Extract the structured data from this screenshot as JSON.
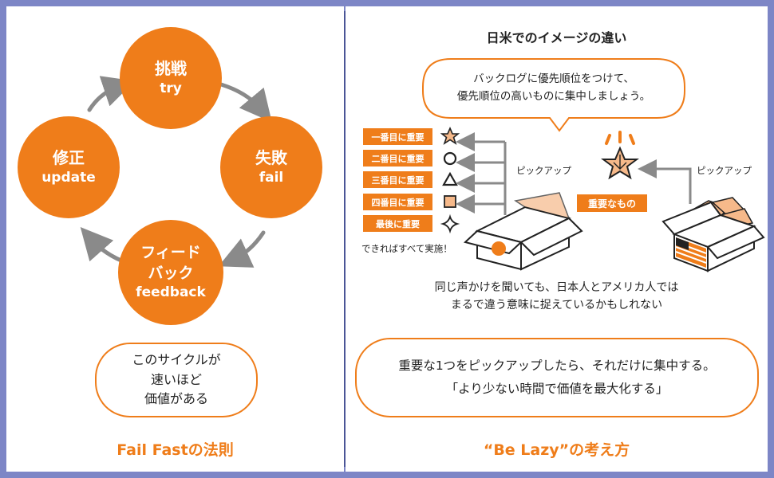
{
  "fail_fast": {
    "cycle": {
      "challenge": {
        "ja": "挑戦",
        "en": "try"
      },
      "fail": {
        "ja": "失敗",
        "en": "fail"
      },
      "feedback": {
        "ja_line1": "フィード",
        "ja_line2": "バック",
        "en": "feedback"
      },
      "update": {
        "ja": "修正",
        "en": "update"
      }
    },
    "note_lines": [
      "このサイクルが",
      "速いほど",
      "価値がある"
    ],
    "title": "Fail Fastの法則"
  },
  "be_lazy": {
    "heading": "日米でのイメージの違い",
    "speech_lines": [
      "バックログに優先順位をつけて、",
      "優先順位の高いものに集中しましょう。"
    ],
    "priority_items": [
      {
        "label": "一番目に重要",
        "icon": "star-icon"
      },
      {
        "label": "二番目に重要",
        "icon": "circle-icon"
      },
      {
        "label": "三番目に重要",
        "icon": "triangle-icon"
      },
      {
        "label": "四番目に重要",
        "icon": "square-icon"
      },
      {
        "label": "最後に重要",
        "icon": "diamond-star-icon"
      }
    ],
    "do_all_label": "できればすべて実施！",
    "pickup_label_left": "ピックアップ",
    "pickup_label_right": "ピックアップ",
    "important_label": "重要なもの",
    "comparison_lines": [
      "同じ声かけを聞いても、日本人とアメリカ人では",
      "まるで違う意味に捉えているかもしれない"
    ],
    "conclusion_lines": [
      "重要な1つをピックアップしたら、それだけに集中する。",
      "「より少ない時間で価値を最大化する」"
    ],
    "title": "“Be Lazy”の考え方"
  },
  "colors": {
    "accent": "#ef7d1a",
    "background": "#7d86c6",
    "divider": "#4a5596",
    "arrow_gray": "#8a8a8a",
    "light_orange": "#f6b98a"
  }
}
